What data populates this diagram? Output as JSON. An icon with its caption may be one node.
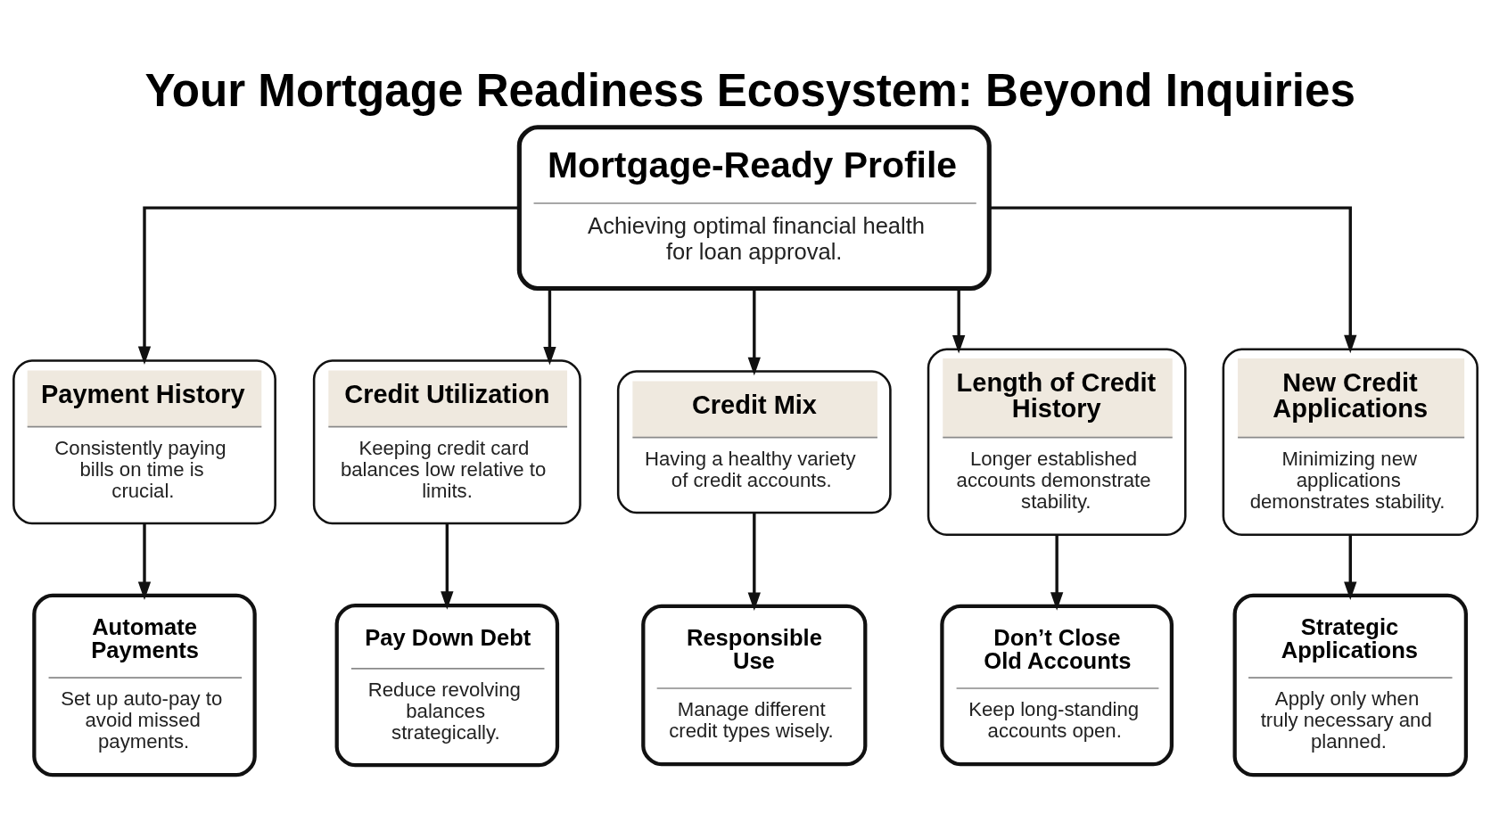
{
  "diagram": {
    "title": "Your Mortgage Readiness Ecosystem: Beyond Inquiries",
    "nodes": [
      {
        "text": [
          "Mortgage-Ready Profile",
          "Achieving optimal financial health for loan approval."
        ]
      },
      {
        "text": [
          "Payment History",
          "Consistently paying bills on time is crucial."
        ]
      },
      {
        "text": [
          "Credit Utilization",
          "Keeping credit card balances low relative to limits."
        ]
      },
      {
        "text": [
          "Credit Mix",
          "Having a healthy variety of credit accounts."
        ]
      },
      {
        "text": [
          "Length of Credit History",
          "Longer established accounts demonstrate stability."
        ]
      },
      {
        "text": [
          "New Credit Applications",
          "Minimizing new applications demonstrates stability."
        ]
      },
      {
        "text": [
          "Automate Payments",
          "Set up auto-pay to avoid missed payments."
        ]
      },
      {
        "text": [
          "Pay Down Debt",
          "Reduce revolving balances strategically."
        ]
      },
      {
        "text": [
          "Responsible Use",
          "Manage different credit types wisely."
        ]
      },
      {
        "text": [
          "Don’t Close Old Accounts",
          "Keep long-standing accounts open."
        ]
      },
      {
        "text": [
          "Strategic Applications",
          "Apply only when truly necessary and planned."
        ]
      }
    ],
    "edges": [
      {
        "from": 0,
        "to": 1,
        "arrow": "to"
      },
      {
        "from": 0,
        "to": 2,
        "arrow": "to"
      },
      {
        "from": 0,
        "to": 3,
        "arrow": "to"
      },
      {
        "from": 0,
        "to": 4,
        "arrow": "to"
      },
      {
        "from": 0,
        "to": 5,
        "arrow": "to"
      },
      {
        "from": 1,
        "to": 6,
        "arrow": "to"
      },
      {
        "from": 2,
        "to": 7,
        "arrow": "to"
      },
      {
        "from": 3,
        "to": 8,
        "arrow": "to"
      },
      {
        "from": 4,
        "to": 9,
        "arrow": "to"
      },
      {
        "from": 5,
        "to": 10,
        "arrow": "to"
      }
    ]
  }
}
